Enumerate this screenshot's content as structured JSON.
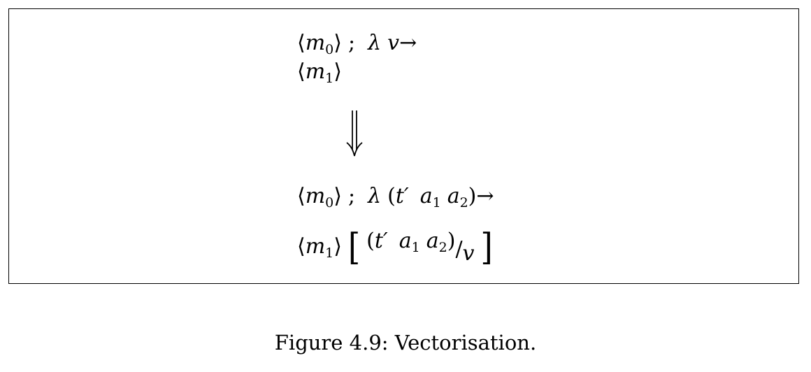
{
  "figure": {
    "lines": {
      "before_line1": {
        "m0_label": "m",
        "m0_sub": "0",
        "separator": ";",
        "lambda": "λ",
        "var": "v",
        "arrow": "→"
      },
      "before_line2": {
        "m1_label": "m",
        "m1_sub": "1"
      },
      "transform_arrow": "⇓",
      "after_line1": {
        "m0_label": "m",
        "m0_sub": "0",
        "separator": ";",
        "lambda": "λ",
        "open_paren": "(",
        "t_prime": "t′",
        "a1": "a",
        "a1_sub": "1",
        "a2": "a",
        "a2_sub": "2",
        "close_paren": ")",
        "arrow": "→"
      },
      "after_line2": {
        "m1_label": "m",
        "m1_sub": "1",
        "open_bracket": "[",
        "open_paren": "(",
        "t_prime": "t′",
        "a1": "a",
        "a1_sub": "1",
        "a2": "a",
        "a2_sub": "2",
        "close_paren": ")",
        "slash": "/",
        "var": "v",
        "close_bracket": "]"
      }
    },
    "angle_open": "⟨",
    "angle_close": "⟩"
  },
  "caption": "Figure 4.9: Vectorisation."
}
